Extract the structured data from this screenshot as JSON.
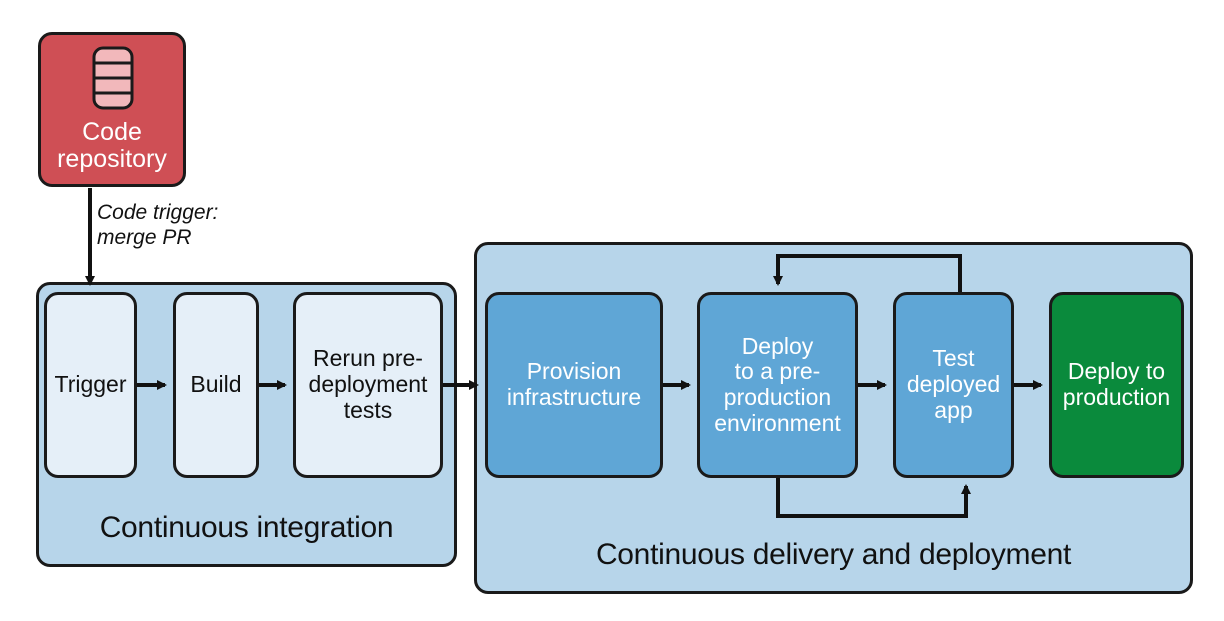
{
  "repository": {
    "label": "Code\nrepository",
    "icon": "database-icon"
  },
  "trigger_annotation": "Code trigger:\nmerge PR",
  "ci": {
    "title": "Continuous integration",
    "steps": [
      "Trigger",
      "Build",
      "Rerun pre-\ndeployment\ntests"
    ]
  },
  "cd": {
    "title": "Continuous delivery and deployment",
    "steps": [
      "Provision\ninfrastructure",
      "Deploy\nto a pre-\nproduction\nenvironment",
      "Test\ndeployed\napp",
      "Deploy to\nproduction"
    ]
  },
  "colors": {
    "repository": "#cf4f55",
    "group_background": "#b7d5ea",
    "ci_step": "#e5eff8",
    "cd_step": "#5fa6d6",
    "production": "#0a8a3c"
  }
}
